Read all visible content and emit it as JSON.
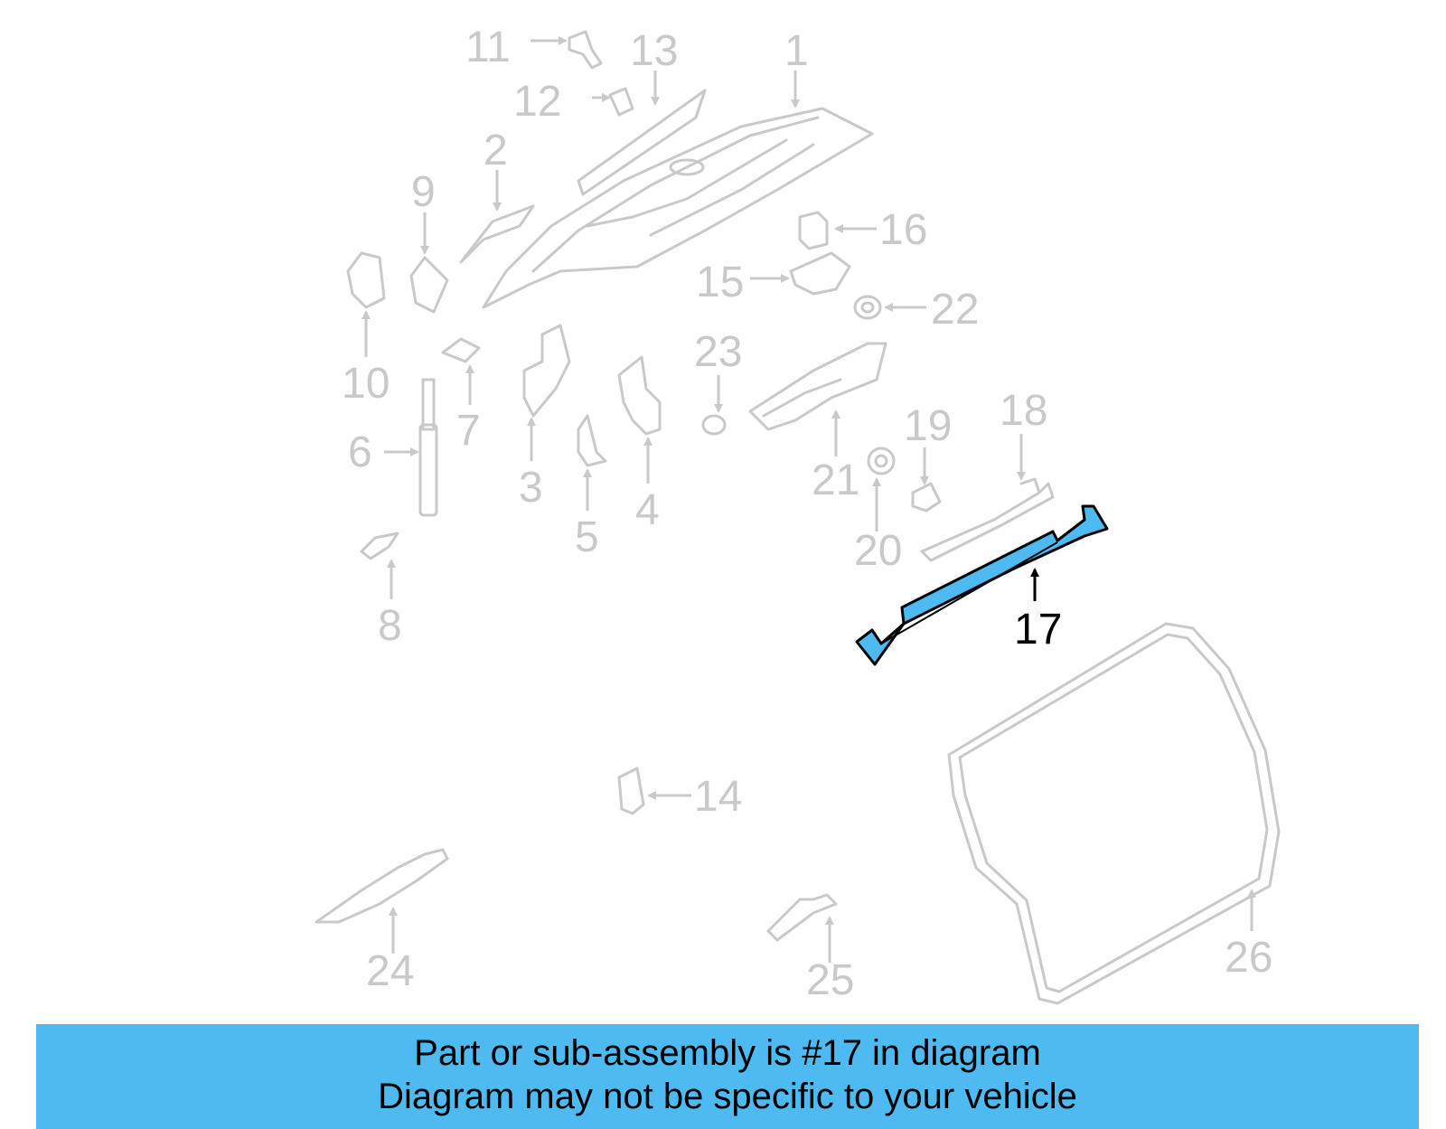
{
  "callouts": {
    "c1": "1",
    "c2": "2",
    "c3": "3",
    "c4": "4",
    "c5": "5",
    "c6": "6",
    "c7": "7",
    "c8": "8",
    "c9": "9",
    "c10": "10",
    "c11": "11",
    "c12": "12",
    "c13": "13",
    "c14": "14",
    "c15": "15",
    "c16": "16",
    "c17": "17",
    "c18": "18",
    "c19": "19",
    "c20": "20",
    "c21": "21",
    "c22": "22",
    "c23": "23",
    "c24": "24",
    "c25": "25",
    "c26": "26"
  },
  "highlighted_part": "17",
  "colors": {
    "highlight": "#4dbbf1",
    "part_outline": "#c9c9c9",
    "active": "#000000"
  },
  "banner": {
    "line1": "Part or sub-assembly is #17 in diagram",
    "line2": "Diagram may not be specific to your vehicle"
  }
}
